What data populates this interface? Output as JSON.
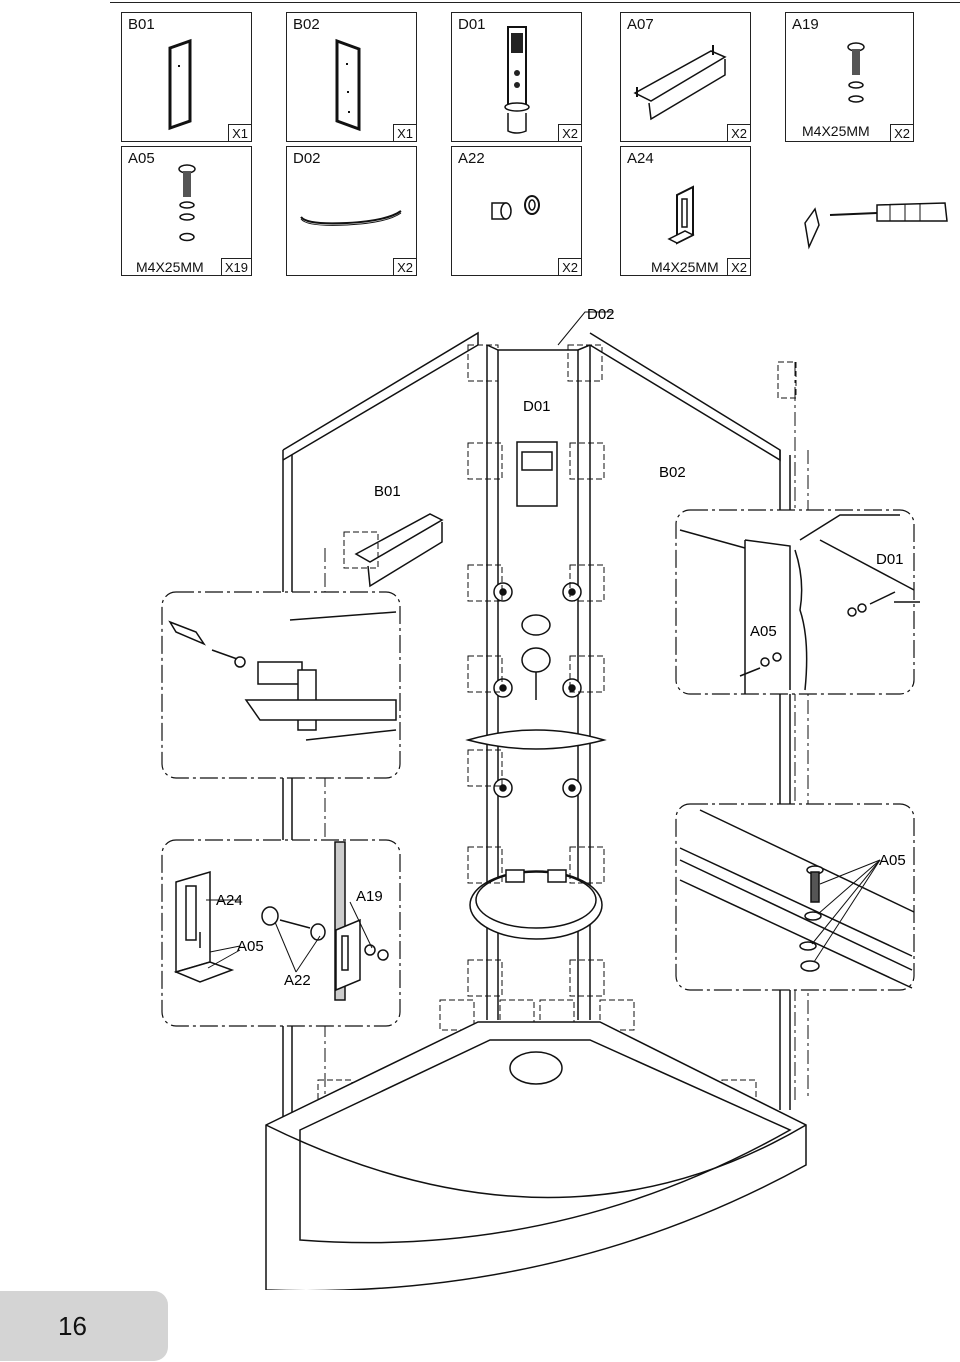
{
  "parts": [
    {
      "code": "B01",
      "qty": "X1",
      "size": ""
    },
    {
      "code": "B02",
      "qty": "X1",
      "size": ""
    },
    {
      "code": "D01",
      "qty": "X2",
      "size": ""
    },
    {
      "code": "A07",
      "qty": "X2",
      "size": ""
    },
    {
      "code": "A19",
      "qty": "X2",
      "size": "M4X25MM"
    },
    {
      "code": "A05",
      "qty": "X19",
      "size": "M4X25MM"
    },
    {
      "code": "D02",
      "qty": "X2",
      "size": ""
    },
    {
      "code": "A22",
      "qty": "X2",
      "size": ""
    },
    {
      "code": "A24",
      "qty": "X2",
      "size": "M4X25MM"
    }
  ],
  "tool": "screwdriver-icon",
  "callouts": {
    "d02": "D02",
    "d01": "D01",
    "b01": "B01",
    "b02": "B02",
    "d01_detail": "D01",
    "a05_detail": "A05",
    "a24": "A24",
    "a19": "A19",
    "a05_bracket": "A05",
    "a22": "A22",
    "a05_base": "A05"
  },
  "page_number": "16"
}
